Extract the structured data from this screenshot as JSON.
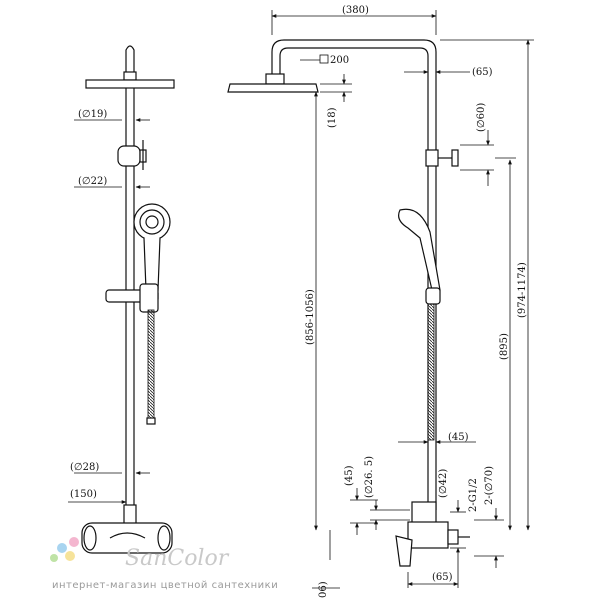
{
  "drawing": {
    "dimensions": {
      "width_top": "(380)",
      "head_square": "200",
      "offset_65_top": "(65)",
      "head_thickness": "(18)",
      "dia_19": "19",
      "dia_60": "60",
      "dia_22": "22",
      "height_856_1056": "(856-1056)",
      "height_895": "(895)",
      "height_974_1174": "(974-1174)",
      "offset_45_right": "(45)",
      "dia_28": "28",
      "offset_150": "(150)",
      "offset_45_left": "(45)",
      "dia_26_5": "26. 5",
      "dia_42": "42",
      "dia_70": "70",
      "thread": "2-G1/2",
      "offset_65_bottom": "(65)",
      "cut_06": "06)"
    }
  },
  "watermark": {
    "brand": "SanColor",
    "tagline": "интернет-магазин цветной сантехники"
  }
}
